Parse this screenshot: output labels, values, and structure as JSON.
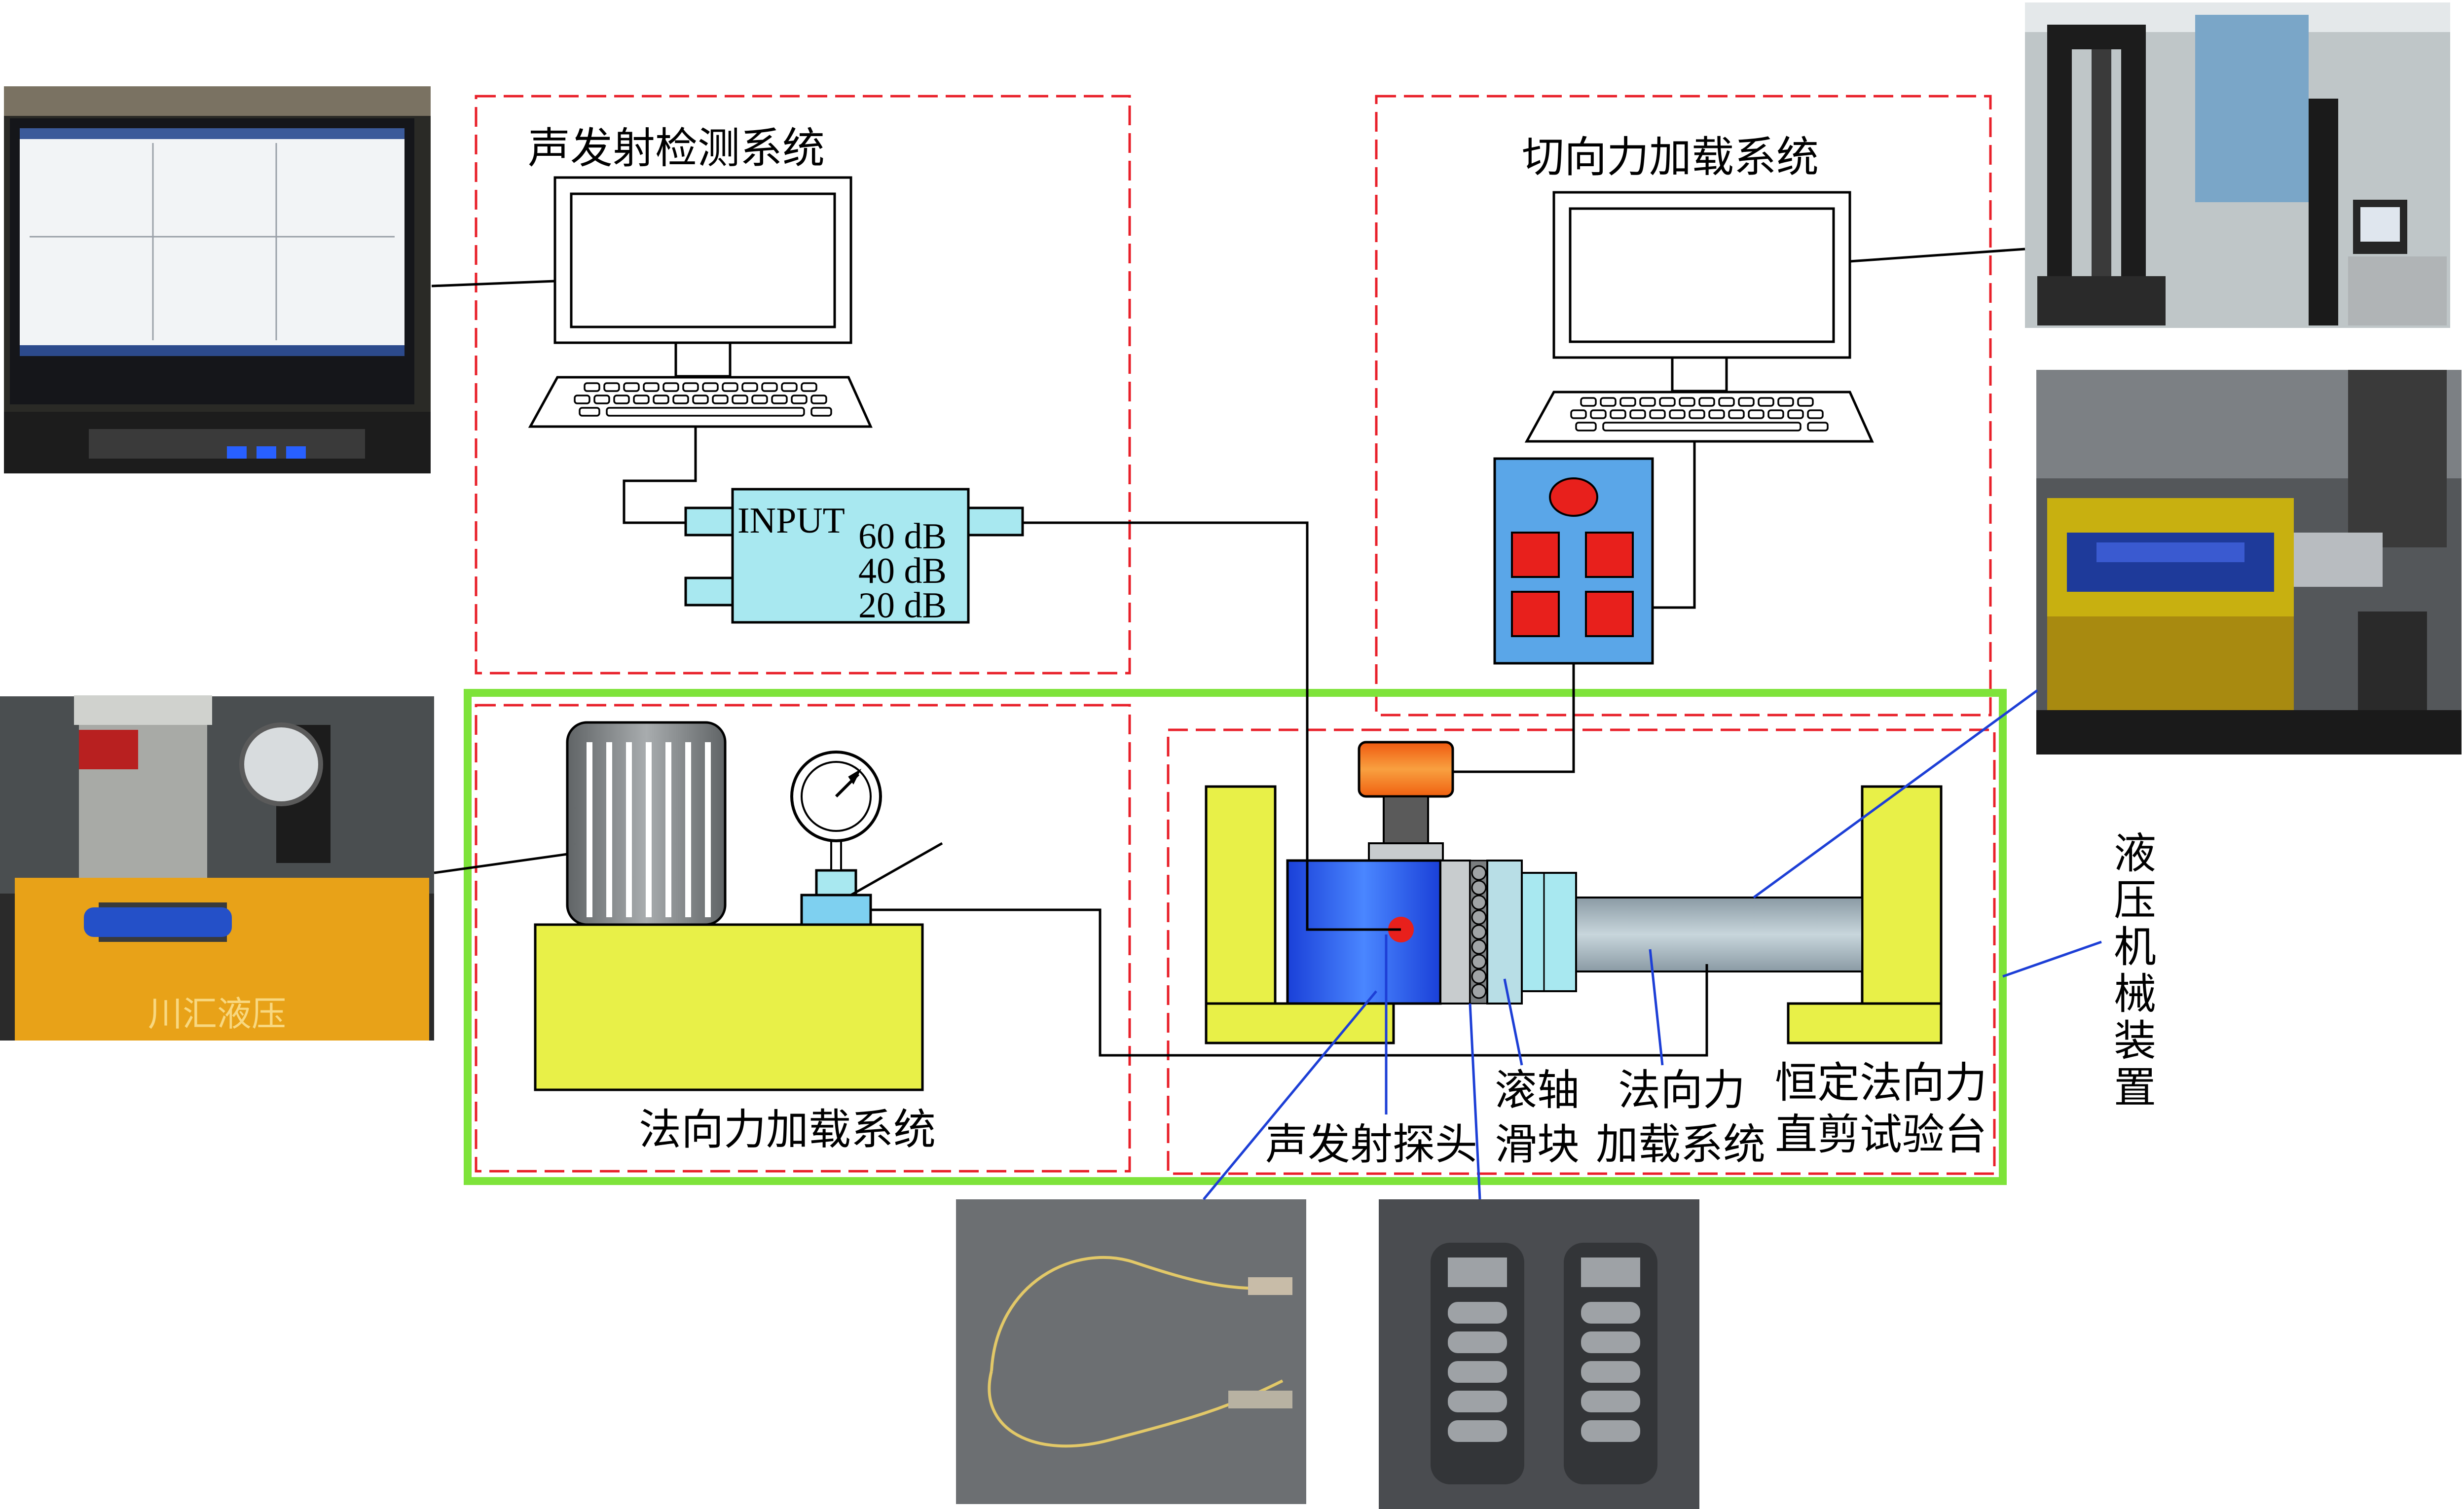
{
  "labels": {
    "ae_system": "声发射检测系统",
    "shear_system": "切向力加载系统",
    "normal_system": "法向力加载系统",
    "probe": "声发射探头",
    "roller_line1": "滚轴",
    "roller_line2": "滑块",
    "normal_load_line1": "法向力",
    "normal_load_line2": "加载系统",
    "table_line1": "恒定法向力",
    "table_line2": "直剪试验台",
    "hydraulic": [
      "液",
      "压",
      "机",
      "械",
      "装",
      "置"
    ]
  },
  "amplifier": {
    "input": "INPUT",
    "gain1": "60 dB",
    "gain2": "40 dB",
    "gain3": "20 dB"
  },
  "photos": {
    "monitor_screen": "",
    "pump_brand": "川汇液压"
  },
  "colors": {
    "dashed_box": "#e8202a",
    "green_frame": "#7ee33a",
    "amplifier_fill": "#a8e8f0",
    "base_yellow": "#e8f048",
    "control_blue": "#5aa6e8",
    "control_red": "#e8201c",
    "shear_box_blue": "#2f6af0",
    "sensor_orange": "#f07a20",
    "leader_blue": "#1d3fd6"
  }
}
